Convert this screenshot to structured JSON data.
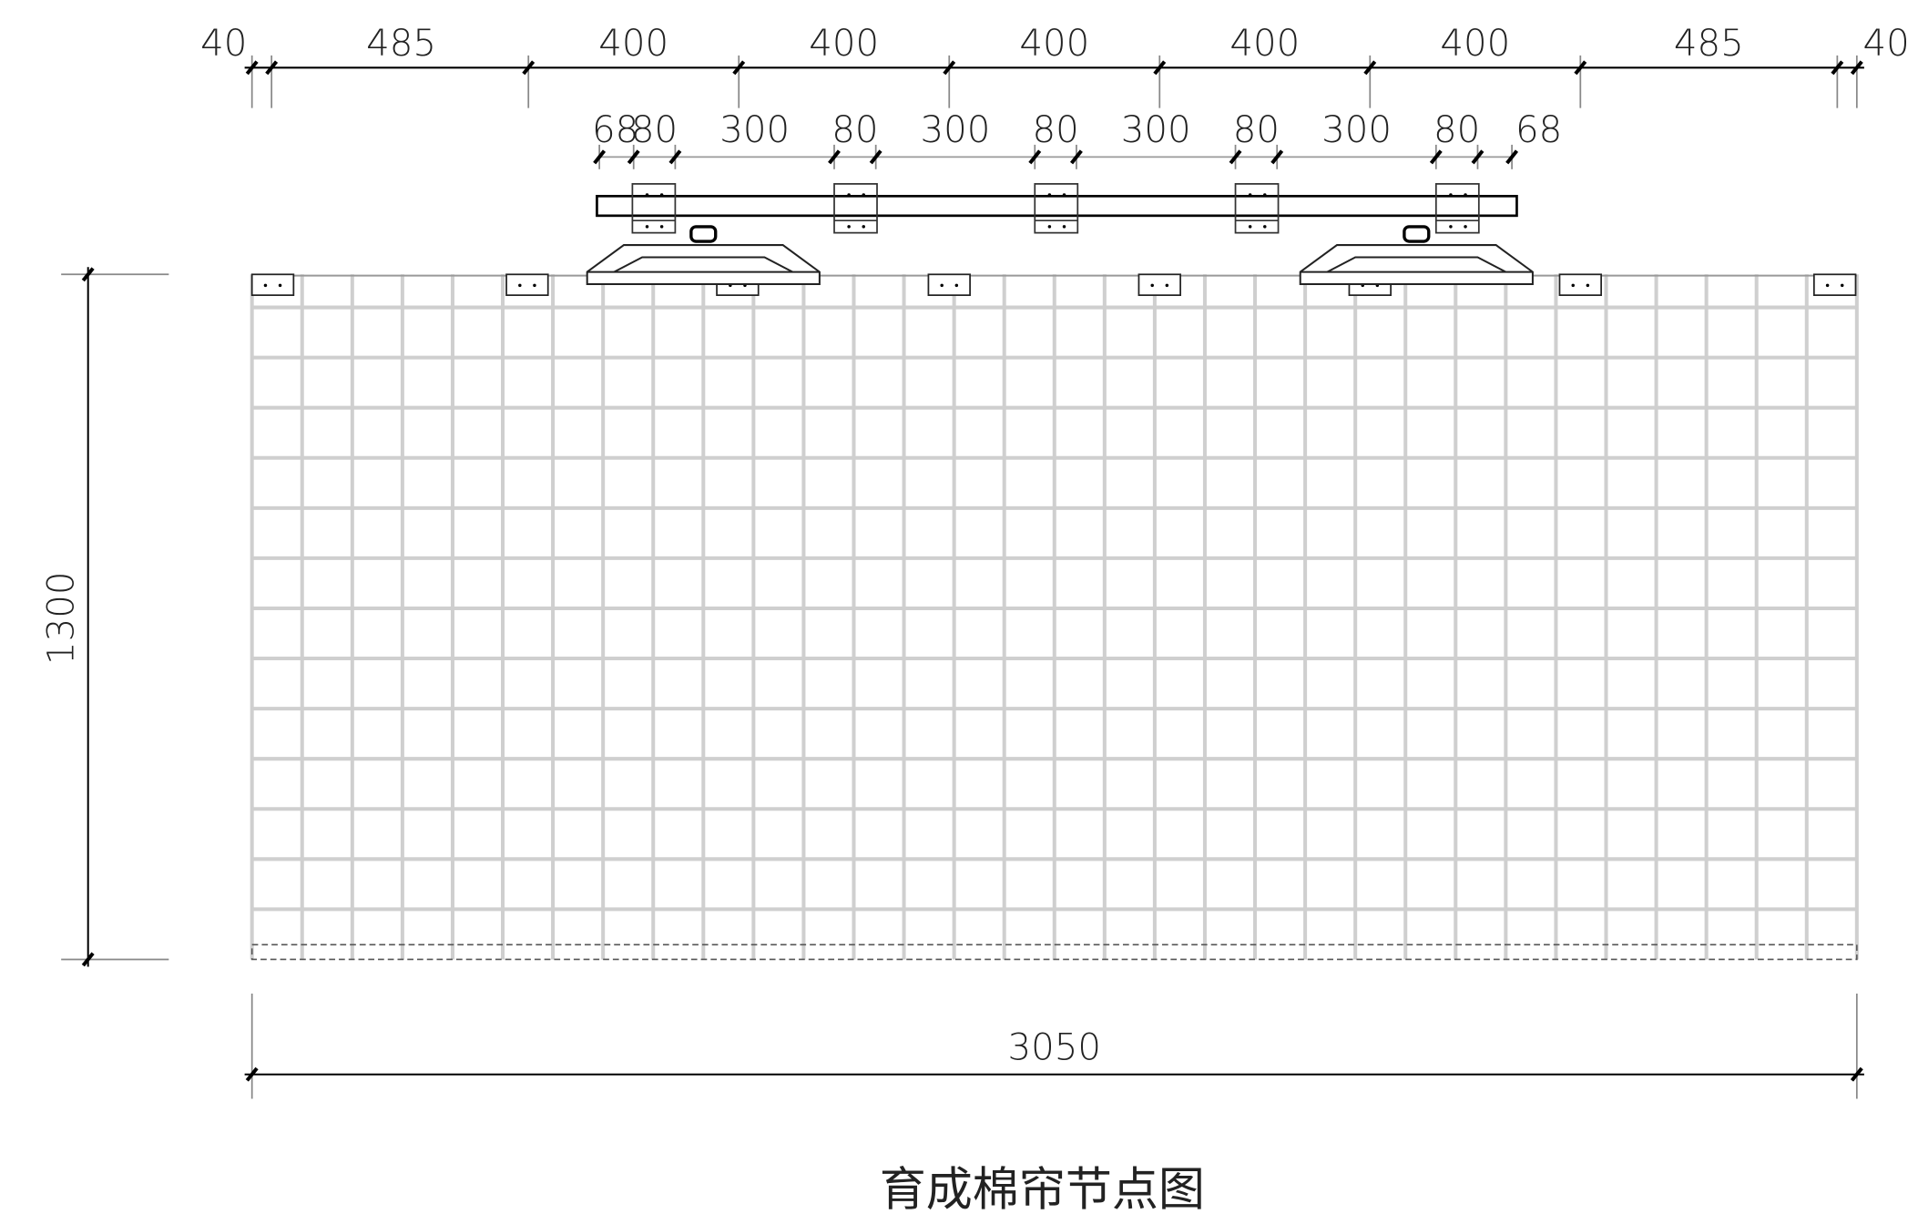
{
  "top_dimensions": [
    "40",
    "485",
    "400",
    "400",
    "400",
    "400",
    "400",
    "485",
    "40"
  ],
  "rail_dimensions": [
    "68",
    "80",
    "300",
    "80",
    "300",
    "80",
    "300",
    "80",
    "300",
    "80",
    "68"
  ],
  "height_dimension": "1300",
  "width_dimension": "3050",
  "title": "育成棉帘节点图"
}
